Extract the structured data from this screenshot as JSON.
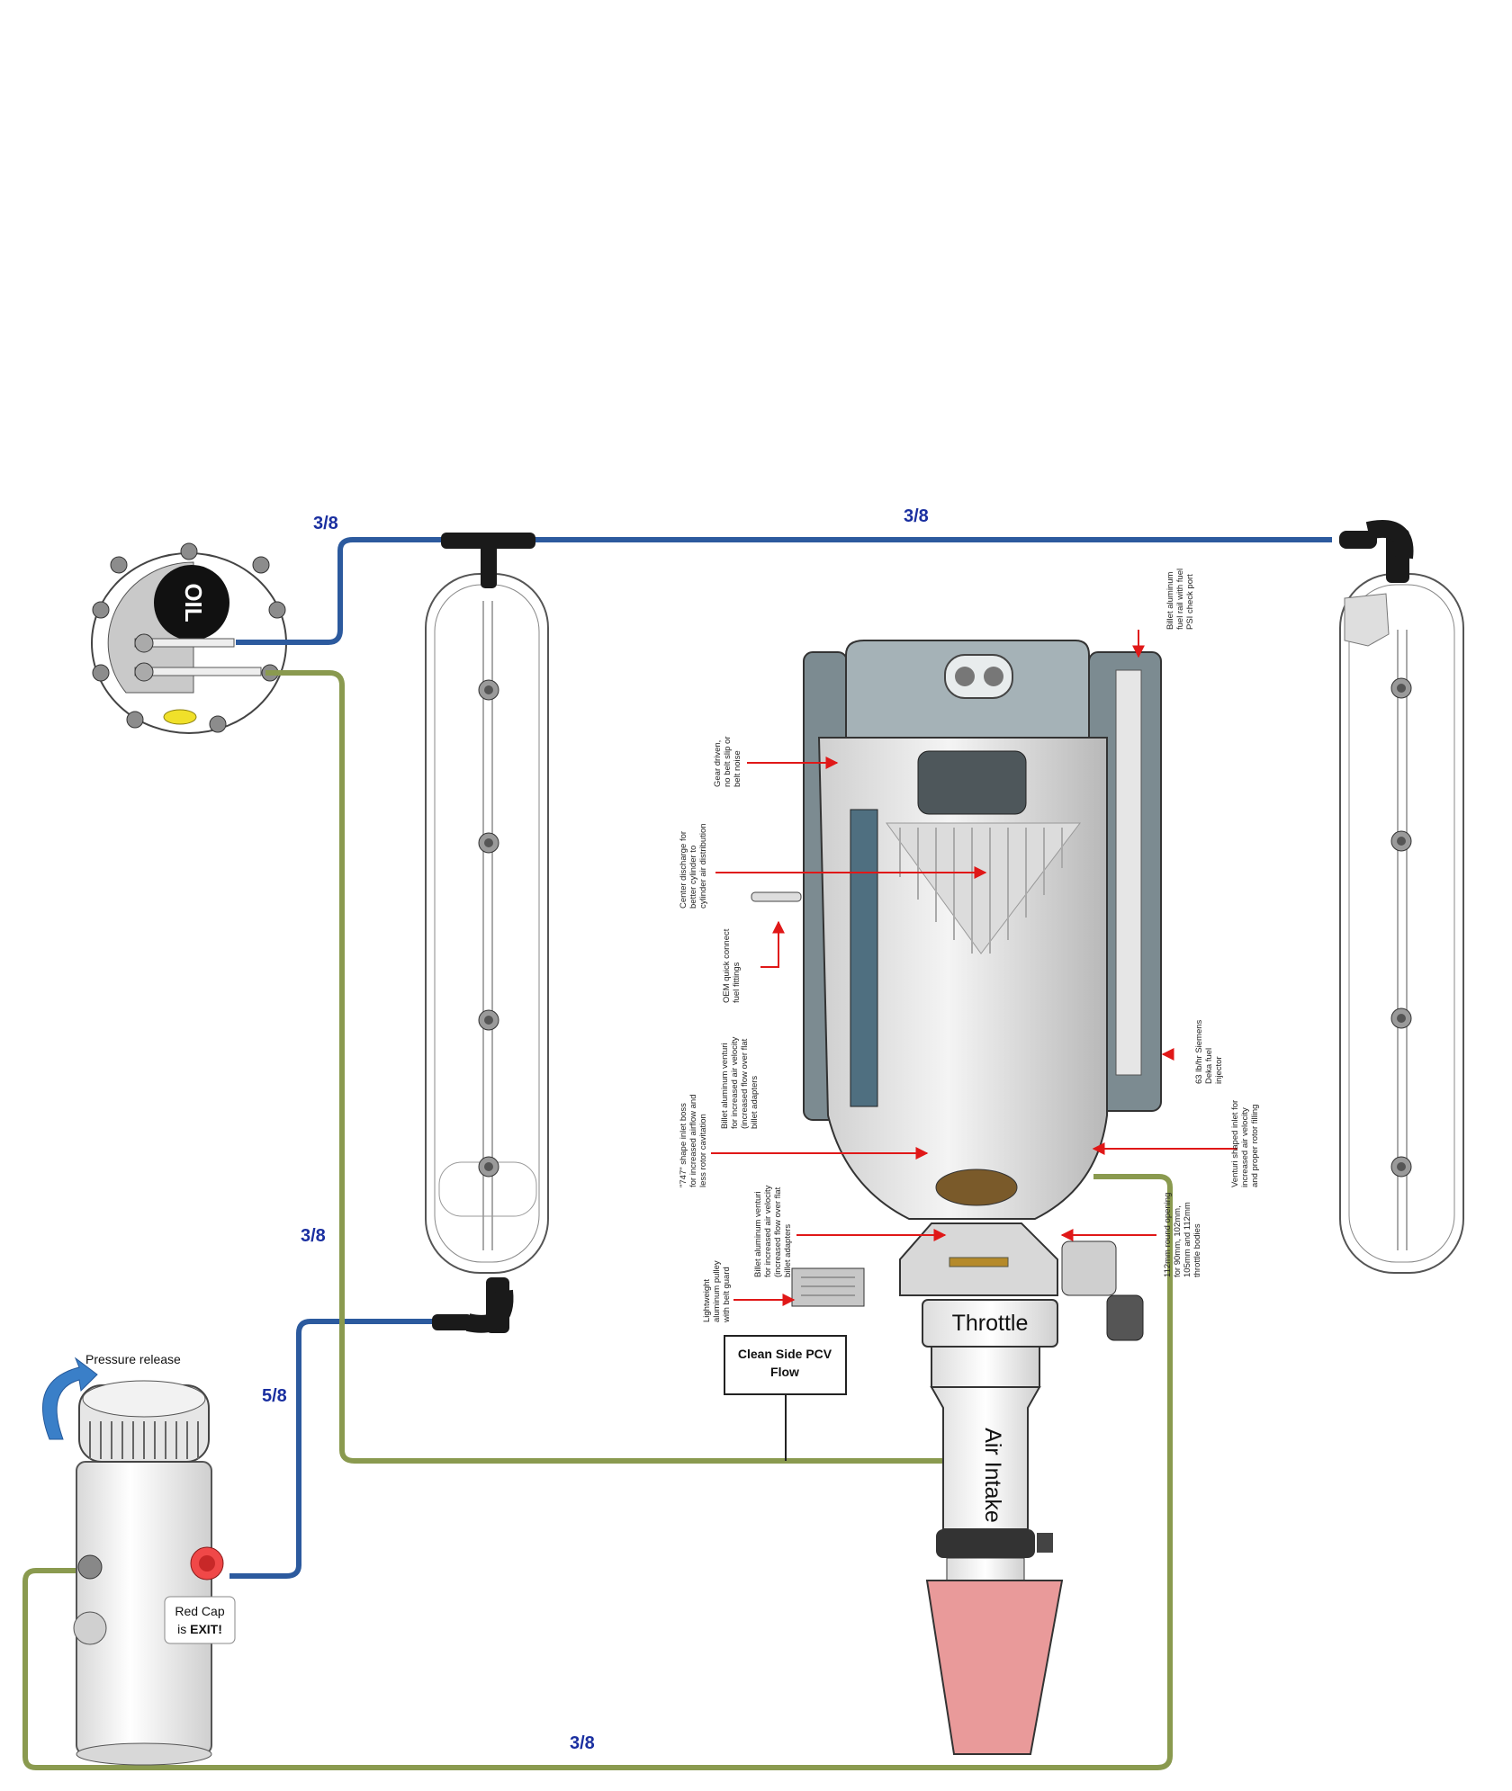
{
  "colors": {
    "vacuum_hose": "#2c5a9e",
    "clean_hose": "#8a9a4f",
    "callout_arrow": "#e01818",
    "hose_label": "#1a2fa0",
    "filter_cone": "#e99a9a"
  },
  "hose_labels": {
    "top_left": "3/8",
    "top_right": "3/8",
    "left_mid": "3/8",
    "left_lower": "5/8",
    "bottom": "3/8"
  },
  "parts": {
    "oil_cap_text": "OIL",
    "throttle": "Throttle",
    "air_intake": "Air Intake",
    "pcv_box_line1": "Clean Side PCV",
    "pcv_box_line2": "Flow",
    "pressure_release": "Pressure release",
    "red_cap_line1": "Red Cap",
    "red_cap_line2_prefix": "is ",
    "red_cap_line2_bold": "EXIT!"
  },
  "icons": {
    "pressure_arrow": "curved-arrow-icon",
    "bolt": "bolt-icon",
    "elbow": "elbow-fitting-icon",
    "tee": "tee-fitting-icon"
  },
  "callouts": {
    "fuel_rail": [
      "Billet aluminum",
      "fuel rail with fuel",
      "PSI check port"
    ],
    "gear_driven": [
      "Gear driven,",
      "no belt slip or",
      "belt noise"
    ],
    "center_discharge": [
      "Center discharge for",
      "better cylinder to",
      "cylinder air distribution"
    ],
    "oem_quick": [
      "OEM quick connect",
      "fuel fittings"
    ],
    "injector": [
      "63 lb/hr Siemens",
      "Deka fuel",
      "injector"
    ],
    "billet_venturi_upper": [
      "Billet aluminum venturi",
      "for increased air velocity",
      "(increased flow over flat",
      "billet adapters"
    ],
    "inlet_747": [
      "\"747\" shape inlet boss",
      "for increased airflow and",
      "less rotor cavitation"
    ],
    "venturi_inlet": [
      "Venturi shaped inlet for",
      "increased air velocity",
      "and proper rotor filling"
    ],
    "billet_venturi_lower": [
      "Billet aluminum venturi",
      "for increased air velocity",
      "(increased flow over flat",
      "billet adapters"
    ],
    "throttle_opening": [
      "112mm round opening",
      "for 90mm, 102mm,",
      "105mm and 112mm",
      "throttle bodies"
    ],
    "pulley": [
      "Lightweight",
      "aluminum pulley",
      "with belt guard"
    ]
  }
}
